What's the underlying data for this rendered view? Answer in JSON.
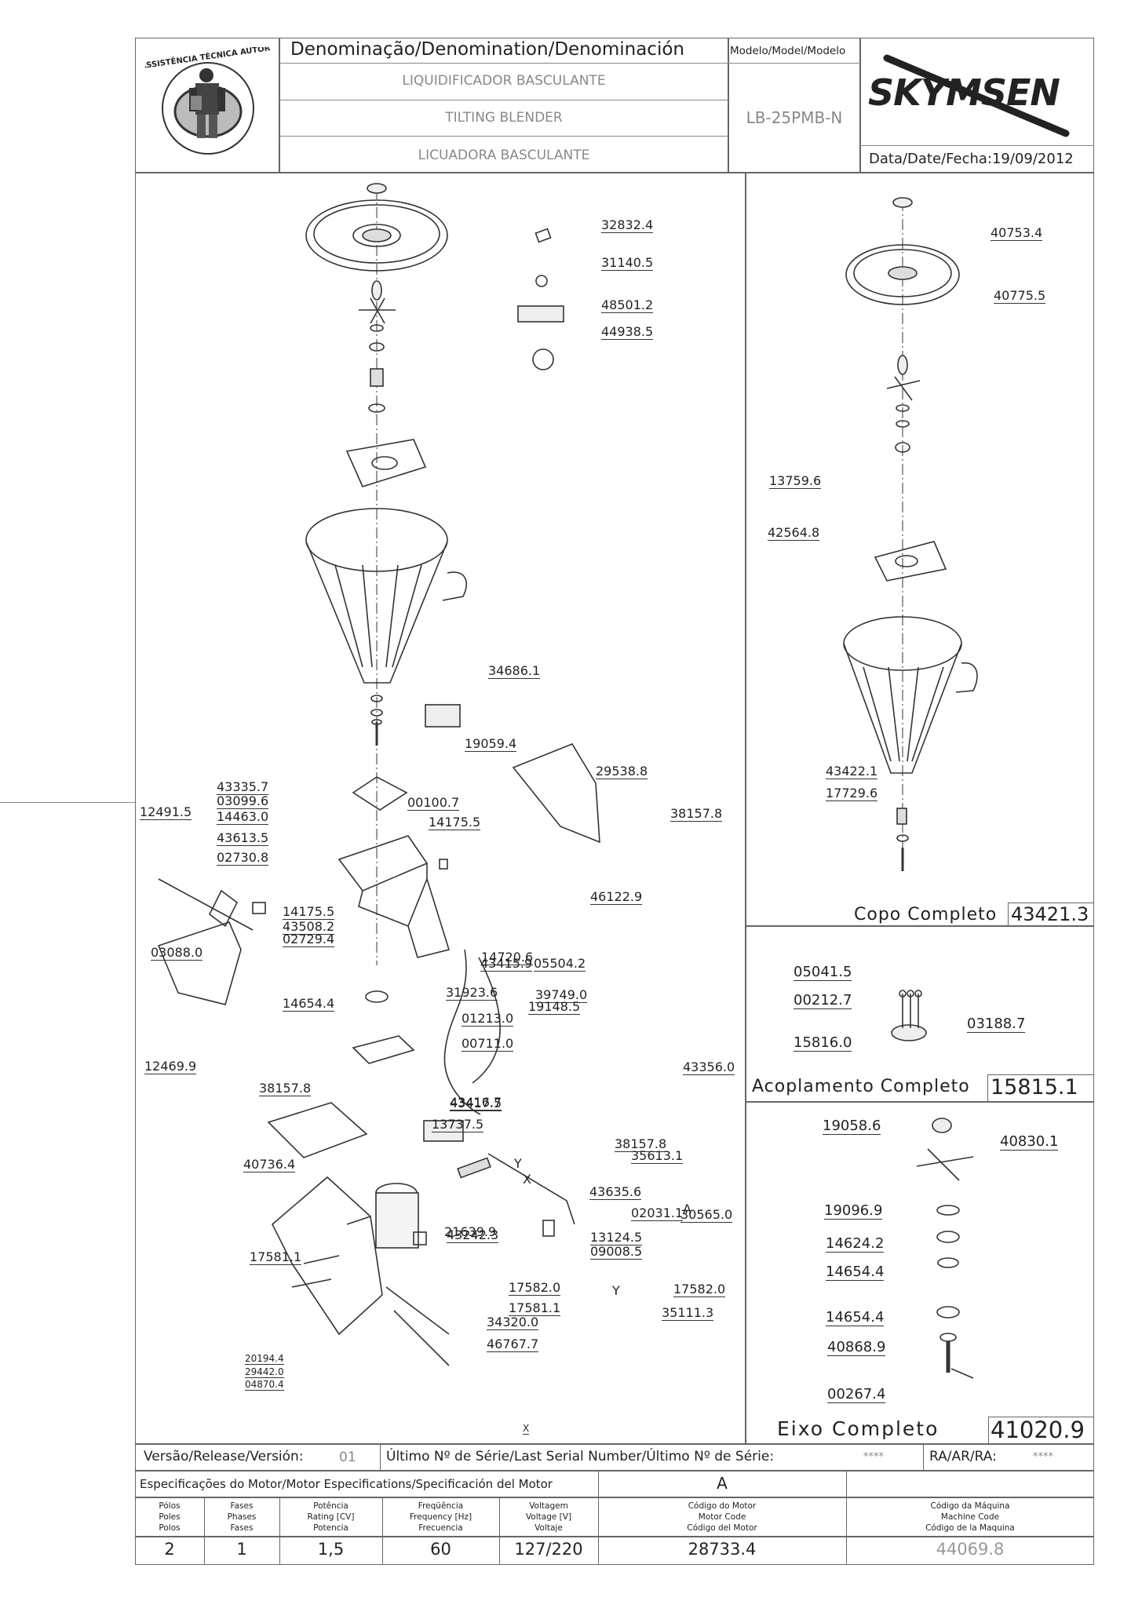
{
  "header": {
    "denomination_title": "Denominação/Denomination/Denominación",
    "model_title": "Modelo/Model/Modelo",
    "name_pt": "LIQUIDIFICADOR BASCULANTE",
    "name_en": "TILTING BLENDER",
    "name_es": "LICUADORA BASCULANTE",
    "model": "LB-25PMB-N",
    "brand": "SKYMSEN",
    "date_label": "Data/Date/Fecha:",
    "date": "19/09/2012",
    "seal_text": "ASSISTÊNCIA TÉCNICA AUTORIZADA"
  },
  "main_parts": [
    "32832.4",
    "31140.5",
    "48501.2",
    "44938.5",
    "34686.1",
    "19059.4",
    "29538.8",
    "43335.7",
    "03099.6",
    "00100.7",
    "12491.5",
    "14463.0",
    "14175.5",
    "38157.8",
    "43613.5",
    "02730.8",
    "46122.9",
    "03088.0",
    "14175.5",
    "43508.2",
    "02729.4",
    "14720.6",
    "43415.9",
    "05504.2",
    "31923.6",
    "39749.0",
    "14654.4",
    "19148.5",
    "01213.0",
    "00711.0",
    "43356.0",
    "12469.9",
    "38157.8",
    "43416.7",
    "43417.5",
    "40736.4",
    "13737.5",
    "38157.8",
    "35613.1",
    "02031.1",
    "43242.3",
    "43635.6",
    "30565.0",
    "A",
    "21639.9",
    "13124.5",
    "09008.5",
    "17581.1",
    "17582.0",
    "17581.1",
    "17582.0",
    "35111.3",
    "34320.0",
    "46767.7",
    "20194.4",
    "29442.0",
    "04870.4",
    "X",
    "Y",
    "X",
    "Y"
  ],
  "copo": {
    "parts": [
      "40753.4",
      "40775.5",
      "13759.6",
      "42564.8",
      "43422.1",
      "17729.6"
    ],
    "title": "Copo Completo",
    "code": "43421.3"
  },
  "acoplamento": {
    "parts": [
      "05041.5",
      "00212.7",
      "03188.7",
      "15816.0"
    ],
    "title": "Acoplamento Completo",
    "code": "15815.1"
  },
  "eixo": {
    "parts": [
      "19058.6",
      "40830.1",
      "19096.9",
      "14624.2",
      "14654.4",
      "14654.4",
      "40868.9",
      "00267.4"
    ],
    "title": "Eixo Completo",
    "code": "41020.9"
  },
  "footer": {
    "version_label": "Versão/Release/Versión:",
    "version": "01",
    "serial_label": "Último Nº de Série/Last Serial Number/Último Nº de Série:",
    "serial": "****",
    "ra_label": "RA/AR/RA:",
    "ra": "****",
    "motor_spec_label": "Especificações do Motor/Motor Especifications/Specificación del Motor",
    "motor_letter": "A",
    "columns": [
      {
        "l1": "Pólos",
        "l2": "Poles",
        "l3": "Polos",
        "value": "2"
      },
      {
        "l1": "Fases",
        "l2": "Phases",
        "l3": "Fases",
        "value": "1"
      },
      {
        "l1": "Potência",
        "l2": "Rating [CV]",
        "l3": "Potencia",
        "value": "1,5"
      },
      {
        "l1": "Freqüência",
        "l2": "Frequency [Hz]",
        "l3": "Frecuencia",
        "value": "60"
      },
      {
        "l1": "Voltagem",
        "l2": "Voltage [V]",
        "l3": "Voltaje",
        "value": "127/220"
      },
      {
        "l1": "Código do Motor",
        "l2": "Motor Code",
        "l3": "Código del Motor",
        "value": "28733.4"
      },
      {
        "l1": "Código da Máquina",
        "l2": "Machine Code",
        "l3": "Código de la Maquina",
        "value": "44069.8"
      }
    ]
  }
}
